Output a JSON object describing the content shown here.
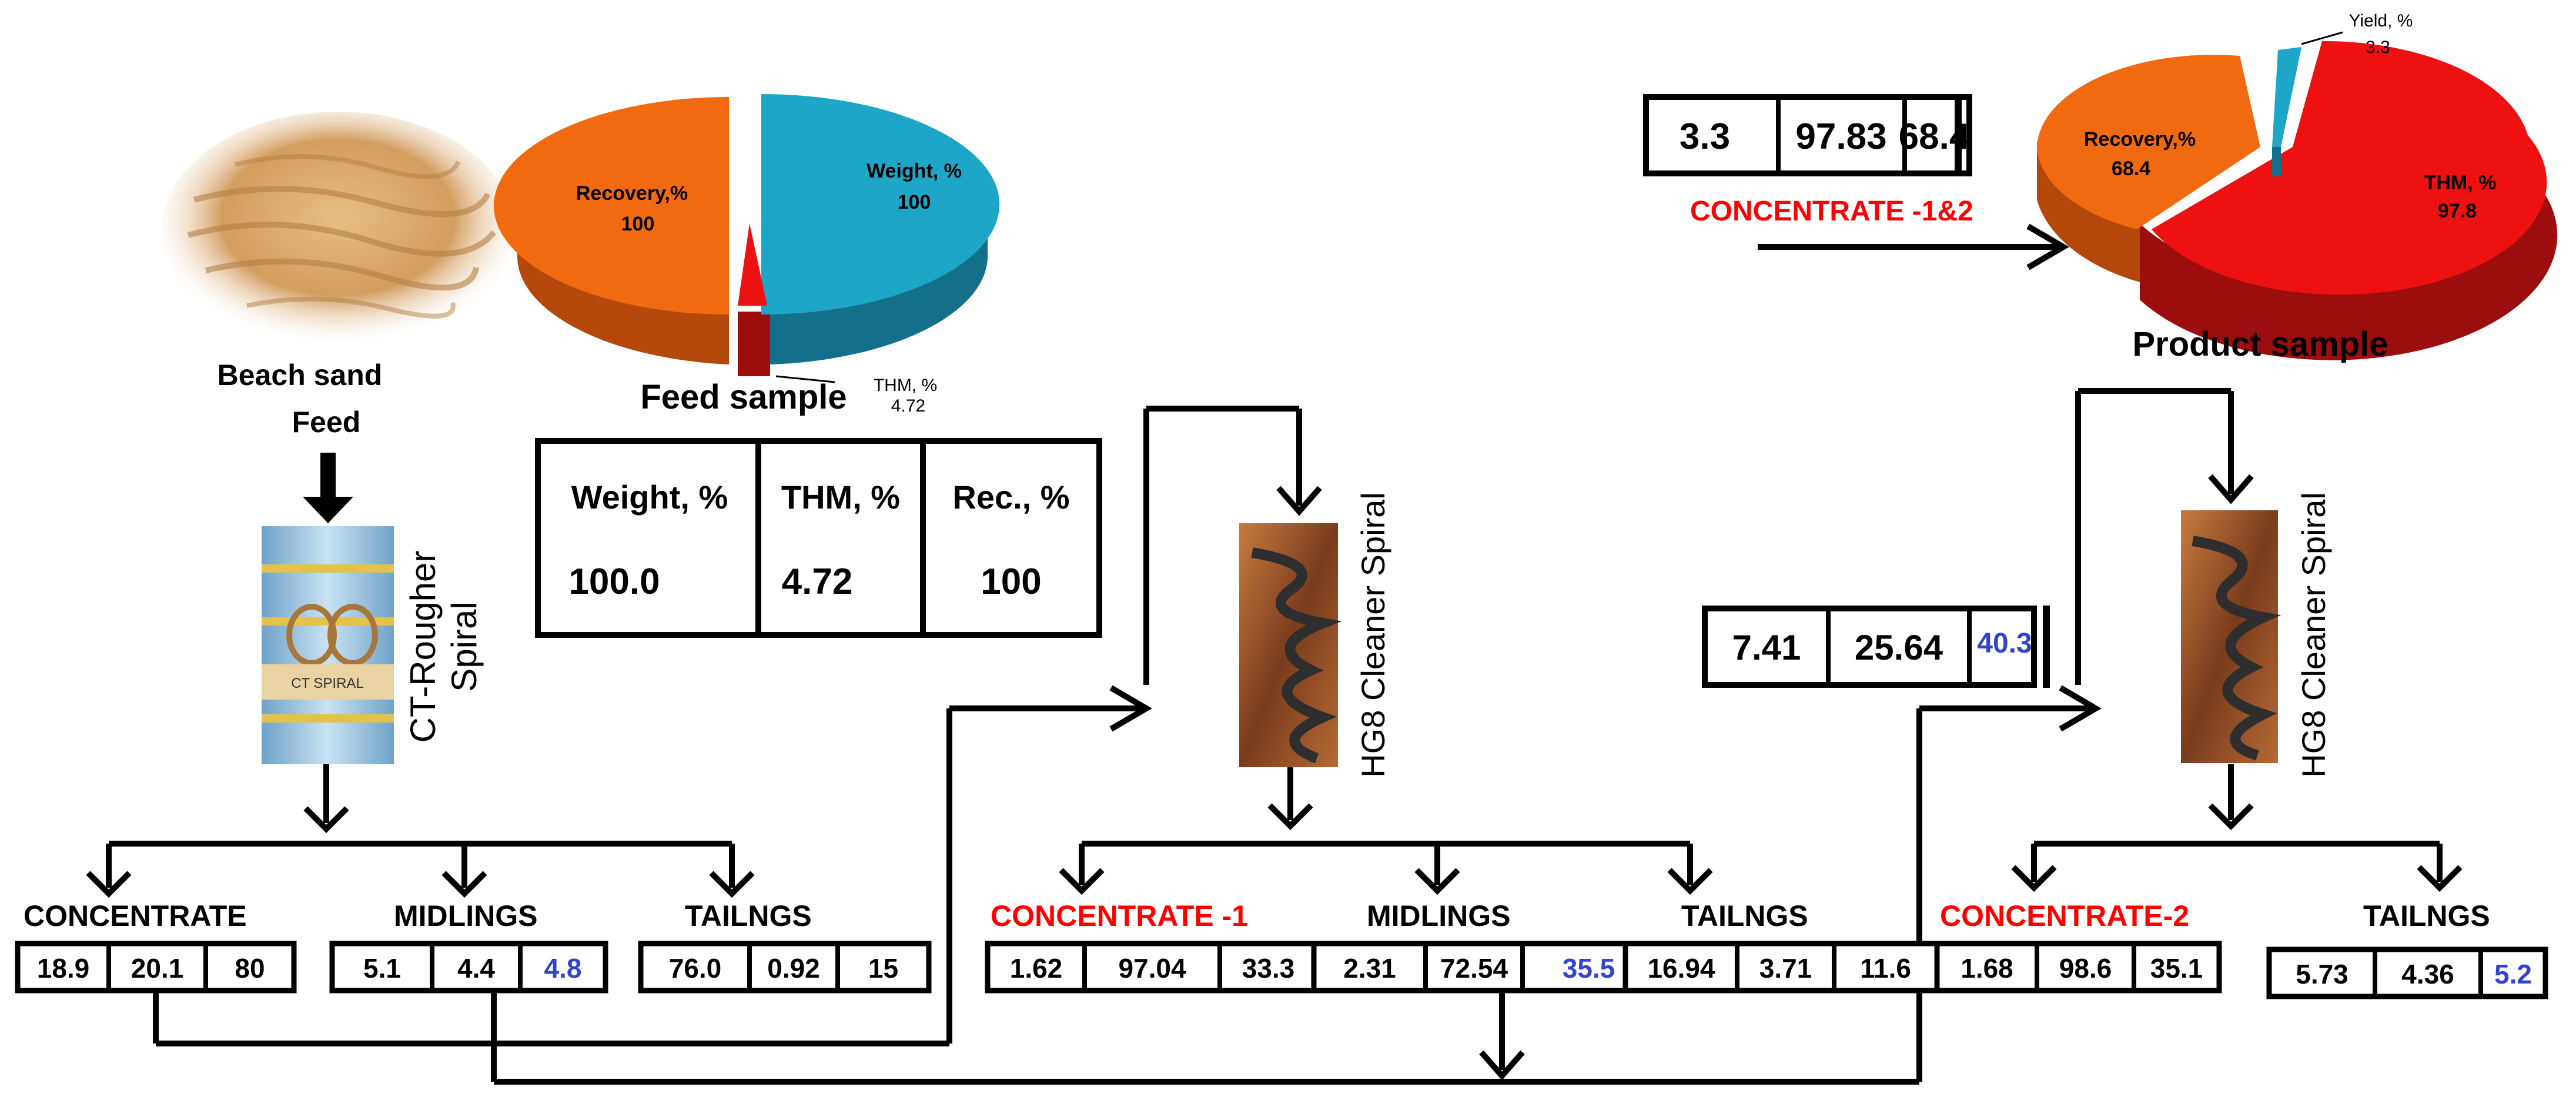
{
  "colors": {
    "line": "#000000",
    "red_label": "#ff0000",
    "blue_value": "#3344cc",
    "pie_orange": "#f26a10",
    "pie_orange_dark": "#b3480a",
    "pie_teal": "#1da6c8",
    "pie_teal_dark": "#14708a",
    "pie_red": "#ee1111",
    "pie_red_dark": "#9c0d0d",
    "sand": "#d9a86c",
    "spiral_blue": "#9ec9e8",
    "spiral_copper": "#8a4a24"
  },
  "feed": {
    "label_line1": "Beach sand",
    "label_line2": "Feed",
    "image": "sand-photo"
  },
  "feed_pie": {
    "title": "Feed sample",
    "recovery_label": "Recovery,%",
    "recovery_value": "100",
    "weight_label": "Weight, %",
    "weight_value": "100",
    "thm_label": "THM, %",
    "thm_value": "4.72"
  },
  "feed_table": {
    "headers": [
      "Weight, %",
      "THM, %",
      "Rec., %"
    ],
    "values": [
      "100.0",
      "4.72",
      "100"
    ]
  },
  "rougher": {
    "title_line1": "CT-Rougher",
    "title_line2": "Spiral",
    "photo_text": "CT SPIRAL",
    "outputs": [
      {
        "label": "CONCENTRATE",
        "values": [
          "18.9",
          "20.1",
          "80"
        ]
      },
      {
        "label": "MIDLINGS",
        "values": [
          "5.1",
          "4.4",
          "4.8"
        ]
      },
      {
        "label": "TAILNGS",
        "values": [
          "76.0",
          "0.92",
          "15"
        ]
      }
    ]
  },
  "cleaner1": {
    "title": "HG8 Cleaner Spiral",
    "outputs": [
      {
        "label": "CONCENTRATE -1",
        "values": [
          "1.62",
          "97.04",
          "33.3"
        ]
      },
      {
        "label": "MIDLINGS",
        "values": [
          "2.31",
          "72.54",
          "35.5"
        ]
      },
      {
        "label": "TAILNGS",
        "values": [
          "16.94",
          "3.71",
          "11.6"
        ]
      }
    ]
  },
  "cleaner2": {
    "title": "HG8 Cleaner Spiral",
    "feed_values": [
      "7.41",
      "25.64",
      "40.3"
    ],
    "outputs": [
      {
        "label": "CONCENTRATE-2",
        "values": [
          "1.68",
          "98.6",
          "35.1"
        ]
      },
      {
        "label": "TAILNGS",
        "values": [
          "5.73",
          "4.36",
          "5.2"
        ]
      }
    ]
  },
  "product": {
    "values": [
      "3.3",
      "97.83",
      "68.4"
    ],
    "label": "CONCENTRATE -1&2",
    "pie_title": "Product sample",
    "yield_label": "Yield, %",
    "yield_value": "3.3",
    "recovery_label": "Recovery,%",
    "recovery_value": "68.4",
    "thm_label": "THM, %",
    "thm_value": "97.8"
  }
}
